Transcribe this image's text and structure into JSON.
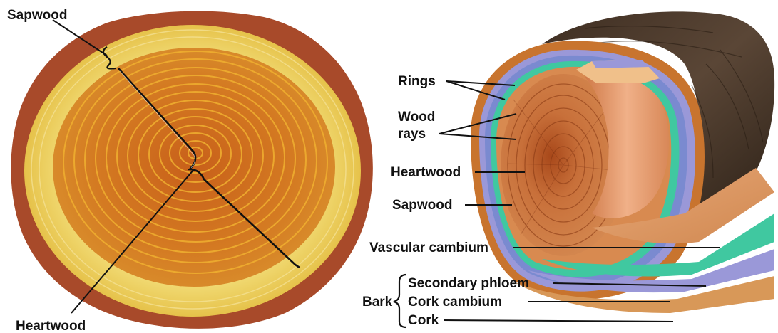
{
  "cross_section": {
    "sapwood_label": "Sapwood",
    "heartwood_label": "Heartwood"
  },
  "trunk_diagram": {
    "rings_label": "Rings",
    "wood_rays_label_line1": "Wood",
    "wood_rays_label_line2": "rays",
    "heartwood_label": "Heartwood",
    "sapwood_label": "Sapwood",
    "vascular_cambium_label": "Vascular cambium",
    "bark_label": "Bark",
    "secondary_phloem_label": "Secondary phloem",
    "cork_cambium_label": "Cork cambium",
    "cork_label": "Cork"
  },
  "colors": {
    "sapwood": "#e8c84a",
    "heartwood": "#d0741c",
    "ring_line": "#f0b030",
    "bark_outer": "#4a3828",
    "cork": "#c8742e",
    "cork_cambium": "#9a98d8",
    "secondary_phloem": "#7a8ad0",
    "vascular_cambium": "#40c8a0",
    "inner_wood": "#e8a070"
  }
}
